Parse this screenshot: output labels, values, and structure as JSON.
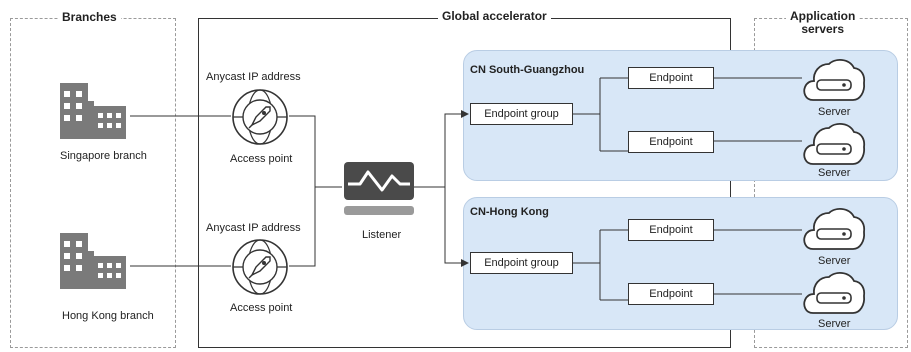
{
  "sections": {
    "branches": "Branches",
    "global_accelerator": "Global accelerator",
    "application_servers_line1": "Application",
    "application_servers_line2": "servers"
  },
  "branches": [
    {
      "label": "Singapore branch",
      "icon": "building-icon"
    },
    {
      "label": "Hong Kong branch",
      "icon": "building-icon"
    }
  ],
  "access_points": [
    {
      "top_label": "Anycast IP address",
      "bottom_label": "Access point",
      "icon": "rocket-globe-icon"
    },
    {
      "top_label": "Anycast IP address",
      "bottom_label": "Access point",
      "icon": "rocket-globe-icon"
    }
  ],
  "listener": {
    "label": "Listener",
    "icon": "listener-icon"
  },
  "regions": [
    {
      "name": "CN South-Guangzhou",
      "endpoint_group": "Endpoint group",
      "endpoints": [
        "Endpoint",
        "Endpoint"
      ],
      "servers": [
        "Server",
        "Server"
      ]
    },
    {
      "name": "CN-Hong Kong",
      "endpoint_group": "Endpoint group",
      "endpoints": [
        "Endpoint",
        "Endpoint"
      ],
      "servers": [
        "Server",
        "Server"
      ]
    }
  ],
  "colors": {
    "region_fill": "#d8e7f7",
    "icon_gray": "#7a7a7a",
    "line": "#333333"
  }
}
